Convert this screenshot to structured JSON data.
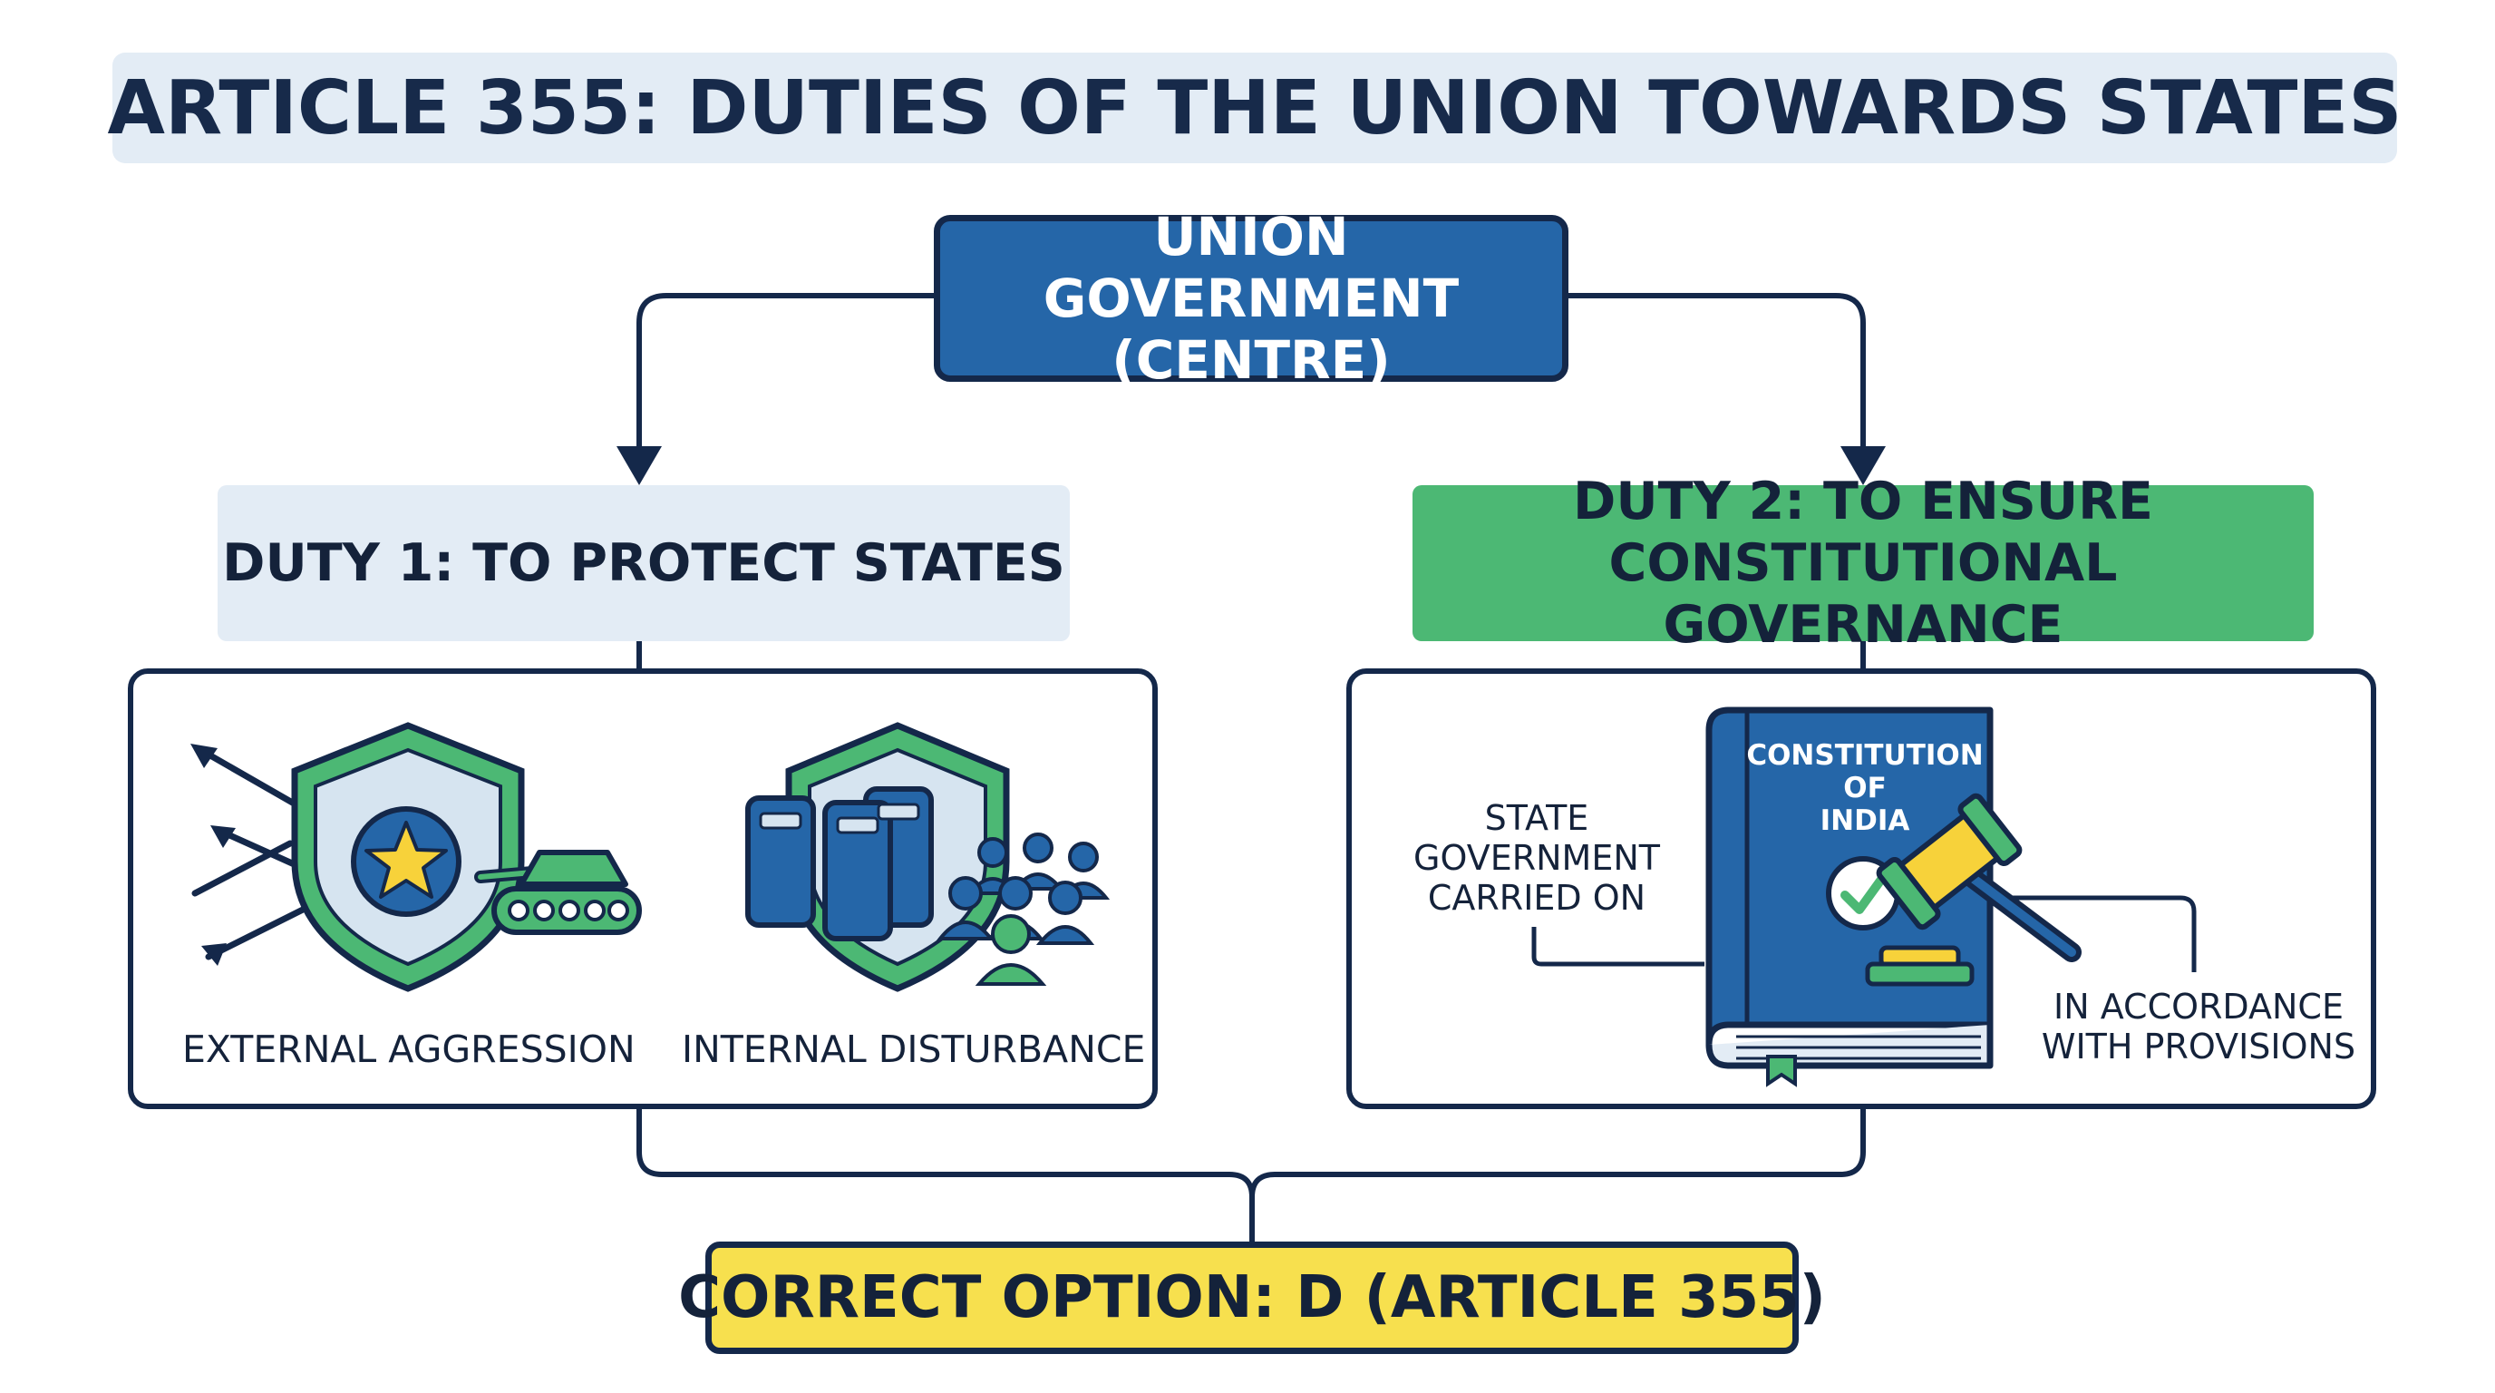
{
  "title": "ARTICLE 355: DUTIES OF THE UNION TOWARDS STATES",
  "union": {
    "line1": "UNION GOVERNMENT",
    "line2": "(CENTRE)"
  },
  "duty1": {
    "header": "DUTY 1: TO PROTECT STATES",
    "items": [
      {
        "label": "EXTERNAL AGGRESSION",
        "icon": "shield-star-tank-icon"
      },
      {
        "label": "INTERNAL DISTURBANCE",
        "icon": "shield-riot-crowd-icon"
      }
    ]
  },
  "duty2": {
    "header_line1": "DUTY 2: TO ENSURE",
    "header_line2": "CONSTITUTIONAL GOVERNANCE",
    "book": {
      "line1": "CONSTITUTION",
      "line2": "OF",
      "line3": "INDIA",
      "icon": "constitution-book-gavel-icon"
    },
    "left_label": [
      "STATE",
      "GOVERNMENT",
      "CARRIED ON"
    ],
    "right_label": [
      "IN ACCORDANCE",
      "WITH PROVISIONS"
    ]
  },
  "answer": "CORRECT OPTION: D (ARTICLE 355)",
  "colors": {
    "navy": "#14284a",
    "union_blue": "#2566a8",
    "duty1_bg": "#e3ecf5",
    "duty2_green": "#4cb874",
    "answer_yellow": "#f7e04e"
  }
}
